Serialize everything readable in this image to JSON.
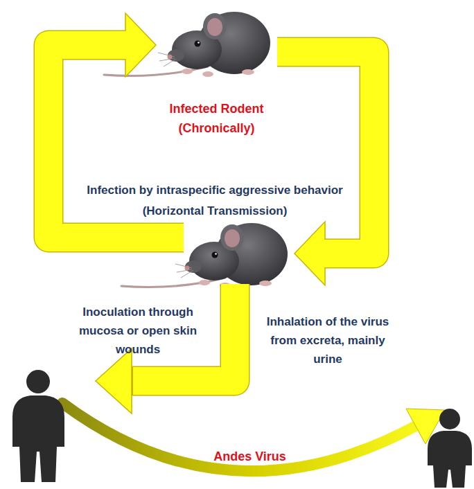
{
  "diagram": {
    "nodes": [
      {
        "text": [
          "Infected Rodent (Chronically)"
        ]
      },
      {
        "text": [
          "Infection by intraspecific aggressive behavior (Horizontal Transmission)"
        ]
      }
    ],
    "edges": [
      {
        "from": 0,
        "to": 1,
        "arrow": "to"
      },
      {
        "from": 1,
        "to": 0,
        "arrow": "to"
      }
    ],
    "labels": [
      "Inoculation through mucosa or open skin wounds",
      "Inhalation of the virus from excreta, mainly urine",
      "Andes Virus"
    ]
  }
}
